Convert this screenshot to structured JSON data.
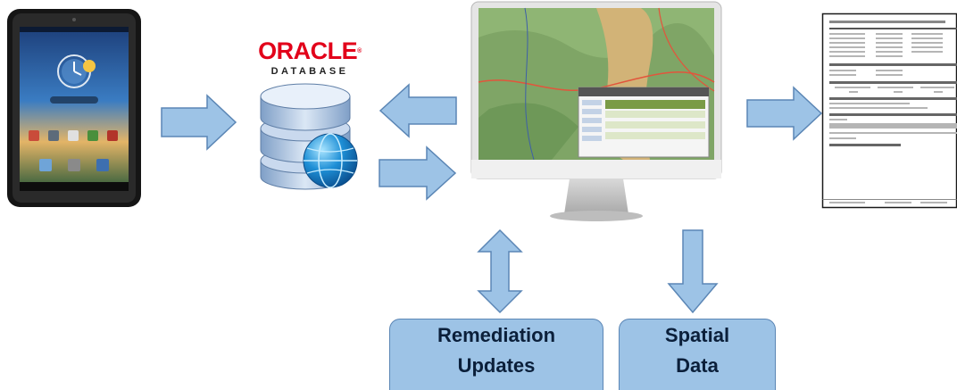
{
  "oracle": {
    "brand": "ORACLE",
    "reg": "®",
    "product": "DATABASE"
  },
  "callouts": {
    "remediation": {
      "line1": "Remediation",
      "line2": "Updates"
    },
    "spatial": {
      "line1": "Spatial",
      "line2": "Data"
    }
  },
  "colors": {
    "arrow_fill": "#9dc3e6",
    "arrow_stroke": "#5b86b5",
    "callout_fill": "#9dc3e6",
    "oracle_red": "#e2001a"
  },
  "icons": [
    "tablet-device-icon",
    "database-icon",
    "monitor-map-icon",
    "report-document-icon"
  ]
}
